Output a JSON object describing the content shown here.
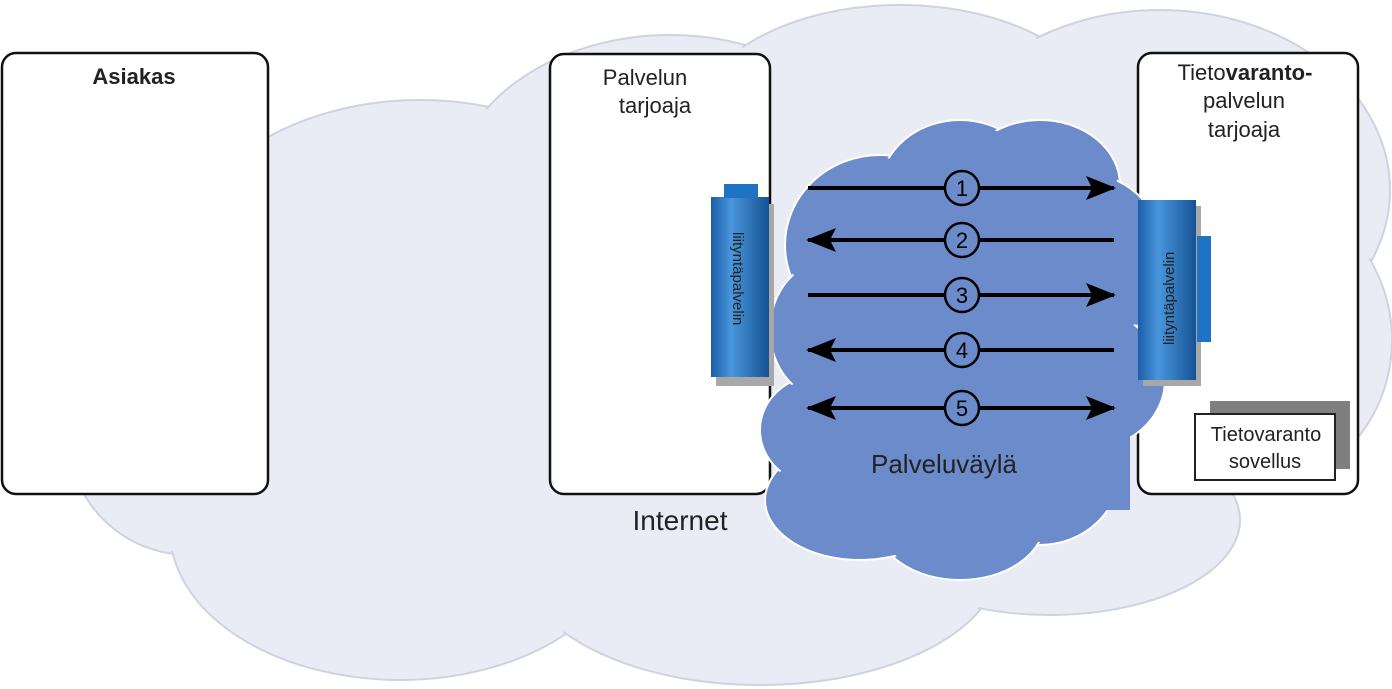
{
  "internet": {
    "label": "Internet"
  },
  "bus": {
    "label": "Palveluväylä"
  },
  "client": {
    "title": "Asiakas"
  },
  "provider": {
    "title_line1": "Palvelun",
    "title_line2": "tarjoaja",
    "gateway_label": "liityntäpalvelin"
  },
  "registry_provider": {
    "title_line1_plain": "Tieto",
    "title_line1_bold": "varanto-",
    "title_line2": "palvelun",
    "title_line3": "tarjoaja",
    "gateway_label": "liityntäpalvelin",
    "app_line1": "Tietovaranto",
    "app_line2": "sovellus"
  },
  "messages": [
    {
      "number": "1",
      "direction": "right"
    },
    {
      "number": "2",
      "direction": "left"
    },
    {
      "number": "3",
      "direction": "right"
    },
    {
      "number": "4",
      "direction": "left"
    },
    {
      "number": "5",
      "direction": "both"
    }
  ],
  "colors": {
    "internet_cloud": "#e9ecf4",
    "bus_cloud": "#6c8bcb",
    "gateway": "#1f73c4",
    "arrow": "#000000",
    "app_shadow": "#7f7f7f"
  }
}
